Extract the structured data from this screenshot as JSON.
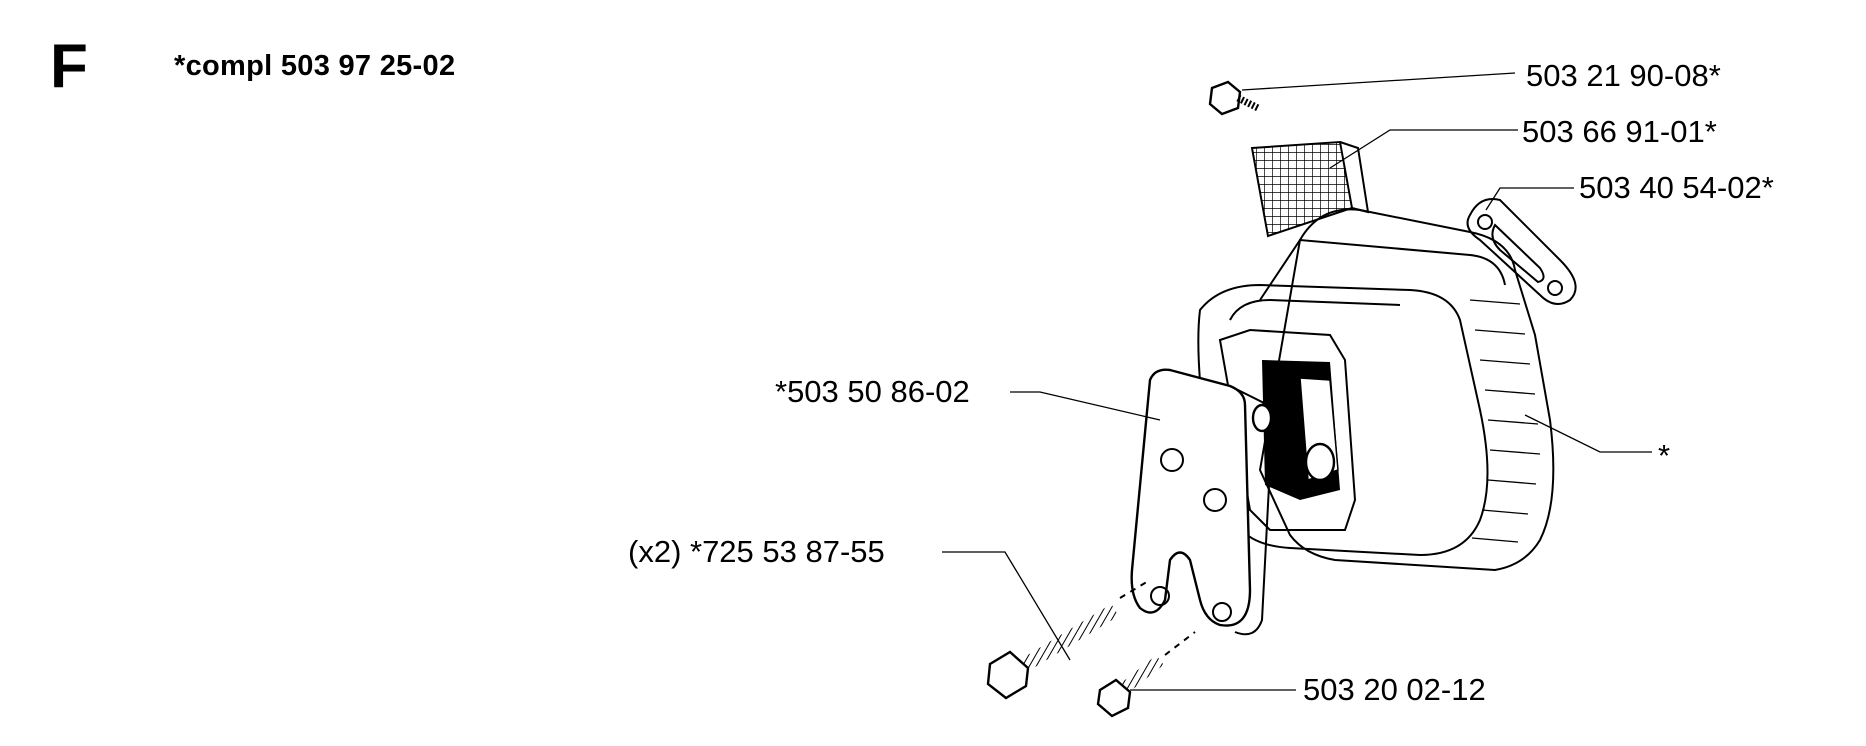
{
  "header": {
    "section_letter": "F",
    "assembly_number": "*compl 503 97 25-02"
  },
  "parts": [
    {
      "id": "screw-top",
      "number": "503 21 90-08*"
    },
    {
      "id": "spark-screen",
      "number": "503 66 91-01*"
    },
    {
      "id": "gasket",
      "number": "503 40 54-02*"
    },
    {
      "id": "muffler-body",
      "number": "*"
    },
    {
      "id": "front-plate",
      "number": "*503 50 86-02"
    },
    {
      "id": "long-bolt",
      "number": "(x2) *725 53 87-55"
    },
    {
      "id": "short-screw",
      "number": "503 20 02-12"
    }
  ],
  "colors": {
    "ink": "#000000",
    "paper": "#ffffff"
  }
}
